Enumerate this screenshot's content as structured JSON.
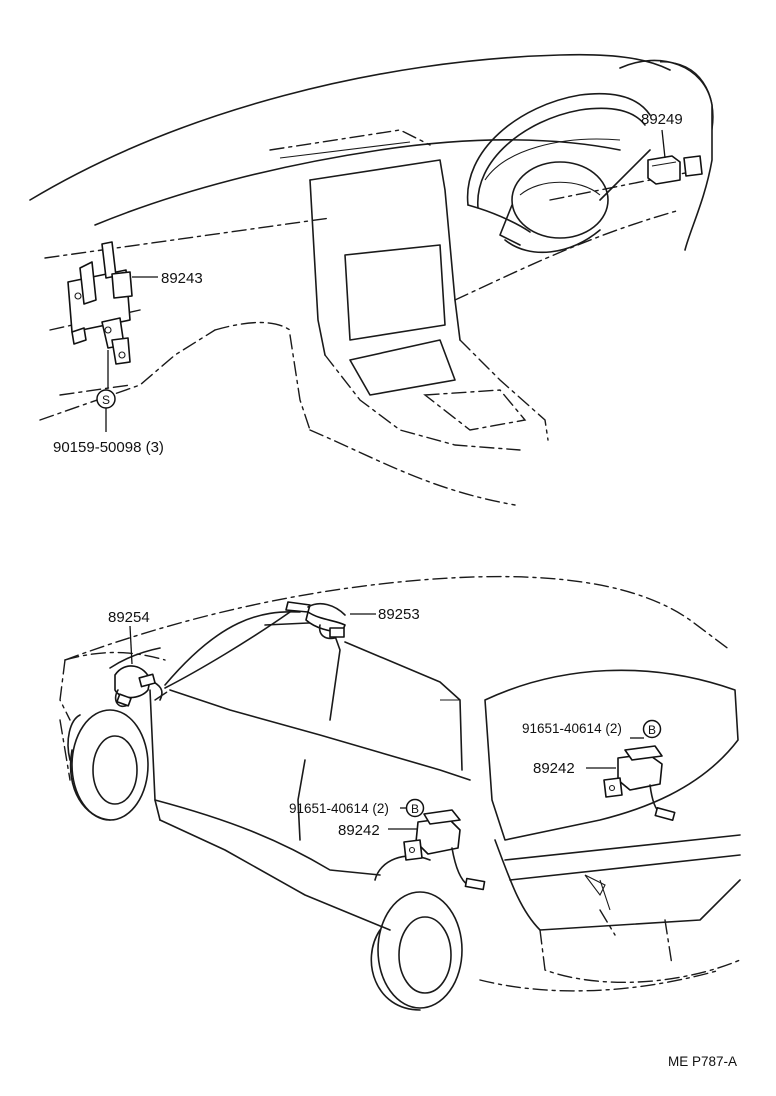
{
  "labels": {
    "ecu_89243": "89243",
    "sensor_89249": "89249",
    "bolt_90159": "90159-50098 (3)",
    "harness_89254": "89254",
    "harness_89253": "89253",
    "screw_rear": "91651-40614 (2)",
    "sensor_89242_rear": "89242",
    "screw_side": "91651-40614 (2)",
    "sensor_89242_side": "89242",
    "code": "ME P787-A"
  },
  "markers": {
    "s_marker": "S",
    "b_marker_rear": "B",
    "b_marker_side": "B"
  }
}
